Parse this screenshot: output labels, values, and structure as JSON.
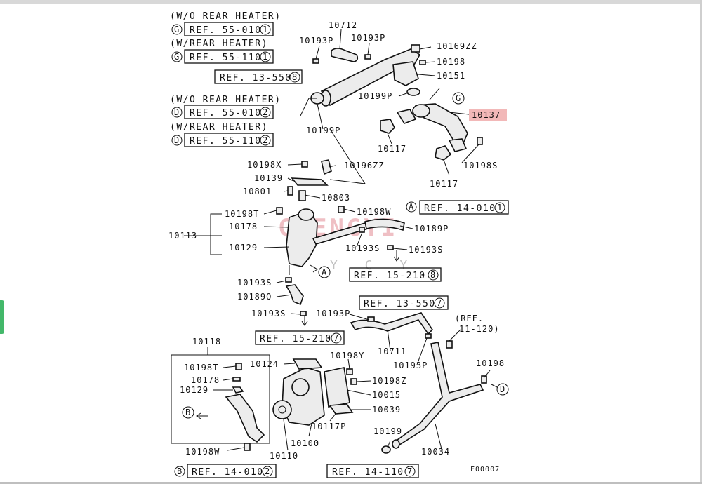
{
  "notes": {
    "g_wo": "(W/O REAR HEATER)",
    "g_w": "(W/REAR HEATER)",
    "d_wo": "(W/O REAR HEATER)",
    "d_w": "(W/REAR HEATER)"
  },
  "refs": {
    "g_wo": {
      "letter": "G",
      "text": "REF. 55-010",
      "num": "1"
    },
    "g_w": {
      "letter": "G",
      "text": "REF. 55-110",
      "num": "1"
    },
    "r13_top": {
      "text": "REF. 13-550",
      "num": "8"
    },
    "d_wo": {
      "letter": "D",
      "text": "REF. 55-010",
      "num": "2"
    },
    "d_w": {
      "letter": "D",
      "text": "REF. 55-110",
      "num": "2"
    },
    "a_14": {
      "letter": "A",
      "text": "REF. 14-010",
      "num": "1"
    },
    "r15_mid": {
      "text": "REF. 15-210",
      "num": "8"
    },
    "r13_mid": {
      "text": "REF. 13-550",
      "num": "7"
    },
    "r15_low": {
      "text": "REF. 15-210",
      "num": "7"
    },
    "b_14": {
      "letter": "B",
      "text": "REF. 14-010",
      "num": "2"
    },
    "r14_110": {
      "text": "REF. 14-110",
      "num": "7"
    },
    "ref_11": {
      "line1": "(REF.",
      "line2": "11-120)"
    }
  },
  "callouts": {
    "c_g": "G",
    "c_d": "D",
    "c_a": "A",
    "c_b": "B"
  },
  "labels": {
    "p10712": "10712",
    "p10193P_a": "10193P",
    "p10193P_b": "10193P",
    "p10169ZZ": "10169ZZ",
    "p10198_a": "10198",
    "p10151": "10151",
    "p10199P_a": "10199P",
    "p10199P_b": "10199P",
    "p10137": "10137",
    "p10117_a": "10117",
    "p10198S": "10198S",
    "p10117_b": "10117",
    "p10198X": "10198X",
    "p10196ZZ": "10196ZZ",
    "p10139": "10139",
    "p10801": "10801",
    "p10803": "10803",
    "p10198T_a": "10198T",
    "p10198W_a": "10198W",
    "p10178_a": "10178",
    "p10113": "10113",
    "p10189P": "10189P",
    "p10129_a": "10129",
    "p10193S_a": "10193S",
    "p10193S_b": "10193S",
    "p10193S_c": "10193S",
    "p10189Q": "10189Q",
    "p10193S_d": "10193S",
    "p10193P_c": "10193P",
    "p10711": "10711",
    "p10118": "10118",
    "p10198Y": "10198Y",
    "p10124": "10124",
    "p10193P_d": "10193P",
    "p10198_b": "10198",
    "p10198T_b": "10198T",
    "p10178_b": "10178",
    "p10198Z": "10198Z",
    "p10129_b": "10129",
    "p10015": "10015",
    "p10039": "10039",
    "p10117P": "10117P",
    "p10199": "10199",
    "p10100": "10100",
    "p10034": "10034",
    "p10198W_b": "10198W",
    "p10110": "10110",
    "f_code": "F00007"
  },
  "watermark": {
    "main": "CHENGYI",
    "sub": "Y C Y"
  },
  "colors": {
    "highlight": "#f2b8b8",
    "ink": "#111111",
    "accent_tab": "#43b86a"
  }
}
